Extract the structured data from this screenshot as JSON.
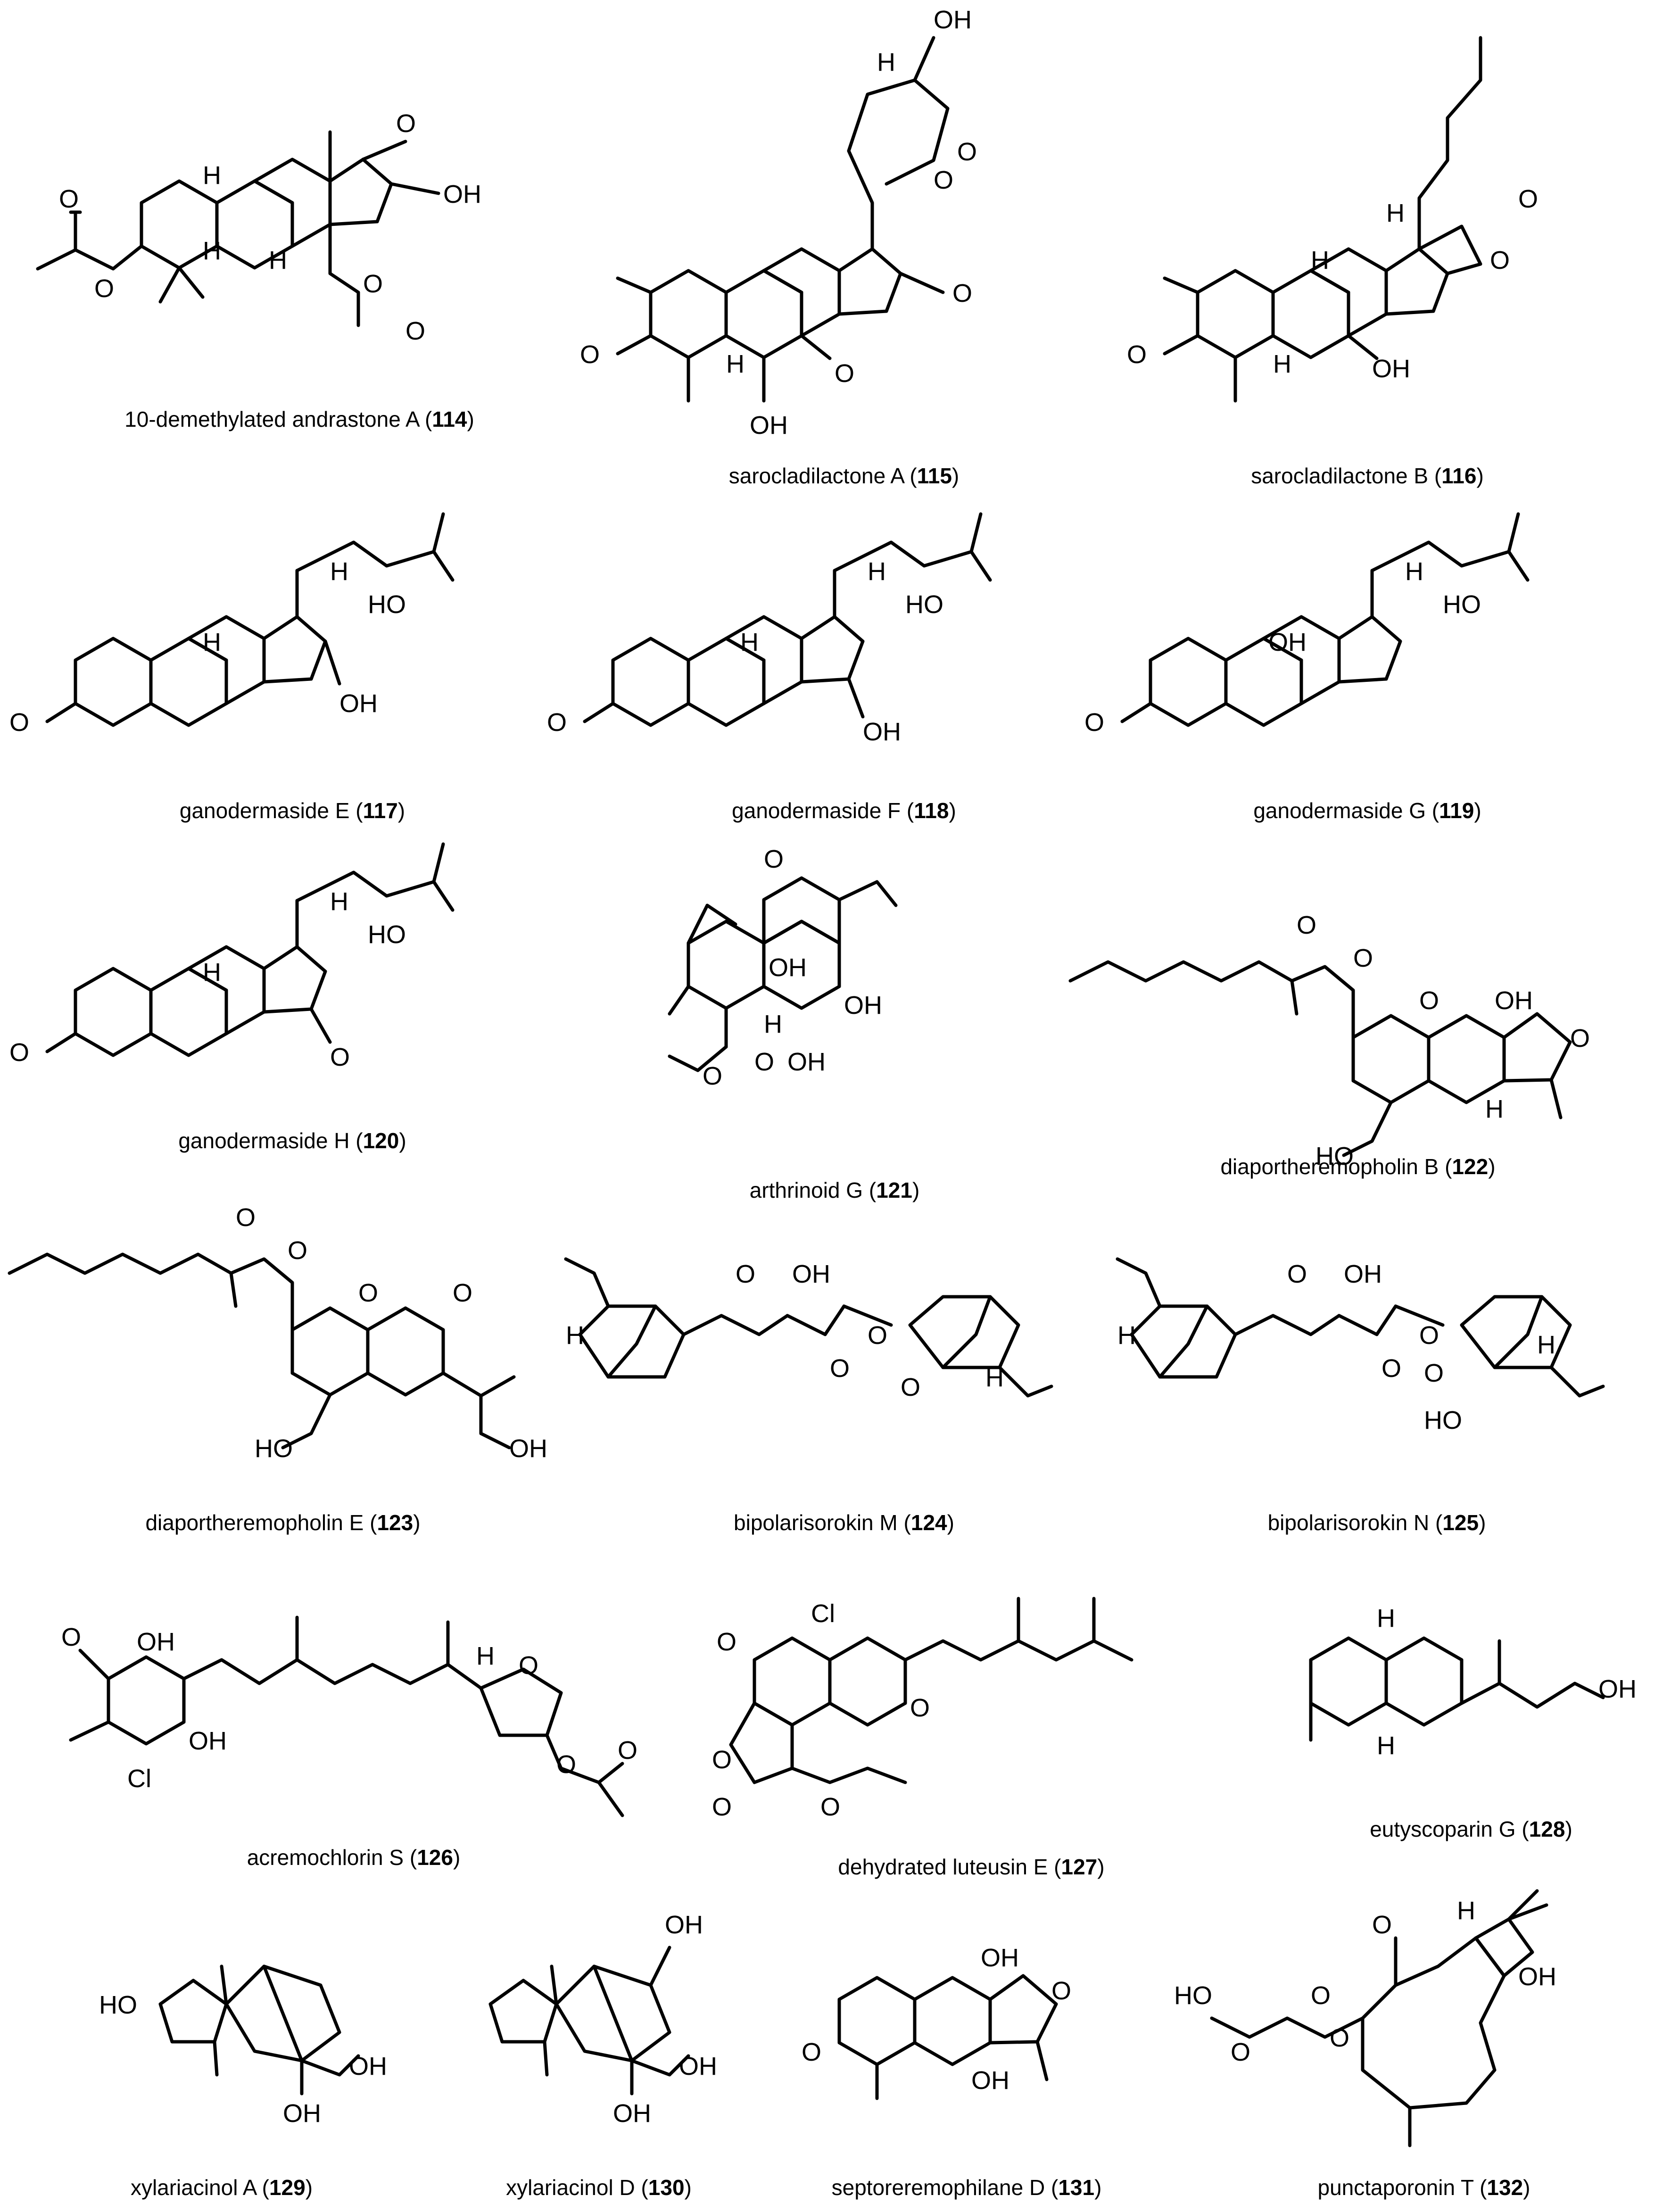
{
  "compounds": [
    {
      "id": "c114",
      "name": "10-demethylated andrastone A",
      "number": "114"
    },
    {
      "id": "c115",
      "name": "sarocladilactone A",
      "number": "115"
    },
    {
      "id": "c116",
      "name": "sarocladilactone B",
      "number": "116"
    },
    {
      "id": "c117",
      "name": "ganodermaside E",
      "number": "117"
    },
    {
      "id": "c118",
      "name": "ganodermaside F",
      "number": "118"
    },
    {
      "id": "c119",
      "name": "ganodermaside G",
      "number": "119"
    },
    {
      "id": "c120",
      "name": "ganodermaside H",
      "number": "120"
    },
    {
      "id": "c121",
      "name": "arthrinoid G",
      "number": "121"
    },
    {
      "id": "c122",
      "name": "diaportheremopholin B",
      "number": "122"
    },
    {
      "id": "c123",
      "name": "diaportheremopholin E",
      "number": "123"
    },
    {
      "id": "c124",
      "name": "bipolarisorokin M",
      "number": "124"
    },
    {
      "id": "c125",
      "name": "bipolarisorokin N",
      "number": "125"
    },
    {
      "id": "c126",
      "name": "acremochlorin S",
      "number": "126"
    },
    {
      "id": "c127",
      "name": "dehydrated luteusin E",
      "number": "127"
    },
    {
      "id": "c128",
      "name": "eutyscoparin G",
      "number": "128"
    },
    {
      "id": "c129",
      "name": "xylariacinol A",
      "number": "129"
    },
    {
      "id": "c130",
      "name": "xylariacinol D",
      "number": "130"
    },
    {
      "id": "c131",
      "name": "septoreremophilane D",
      "number": "131"
    },
    {
      "id": "c132",
      "name": "punctaporonin T",
      "number": "132"
    }
  ],
  "atom_labels": {
    "O": "O",
    "OH": "OH",
    "HO": "HO",
    "H": "H",
    "Cl": "Cl"
  }
}
